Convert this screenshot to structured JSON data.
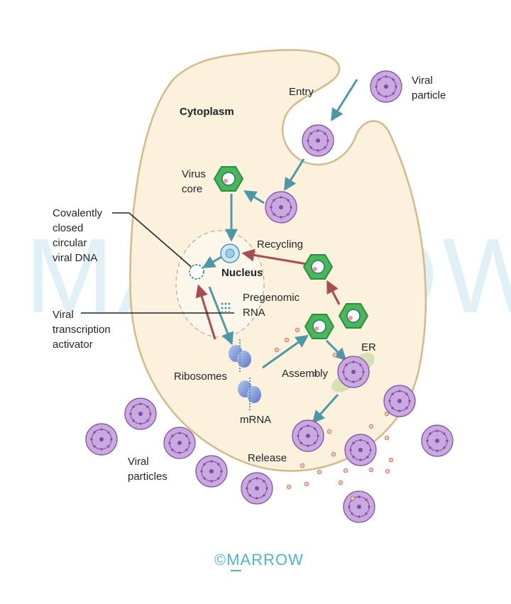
{
  "labels": {
    "entry": "Entry",
    "viral_particle_1": "Viral",
    "viral_particle_2": "particle",
    "cytoplasm": "Cytoplasm",
    "virus_core_1": "Virus",
    "virus_core_2": "core",
    "cccdna_1": "Covalently",
    "cccdna_2": "closed",
    "cccdna_3": "circular",
    "cccdna_4": "viral DNA",
    "recycling": "Recycling",
    "nucleus": "Nucleus",
    "pregenomic_1": "Pregenomic",
    "pregenomic_2": "RNA",
    "activator_1": "Viral",
    "activator_2": "transcription",
    "activator_3": "activator",
    "er": "ER",
    "assembly": "Assembly",
    "ribosomes": "Ribosomes",
    "mrna": "mRNA",
    "release": "Release",
    "viral_particles_1": "Viral",
    "viral_particles_2": "particles"
  },
  "watermark": "MARROW",
  "copyright": "©MARROW",
  "colors": {
    "cell_fill": "#fcf1dc",
    "cell_stroke": "#d2ba8a",
    "virion_fill": "#c9a9df",
    "virion_stroke": "#7d4c9e",
    "core_fill": "#46b857",
    "teal_arrow": "#4c98a6",
    "red_arrow": "#a94c4e",
    "watermark": "#dff1f6",
    "copyright": "#4bb5d3"
  }
}
